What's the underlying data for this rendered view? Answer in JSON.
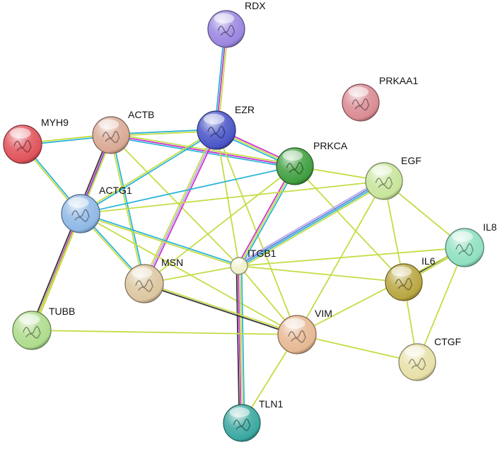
{
  "nodes": [
    {
      "id": "RDX",
      "label": "RDX",
      "color": "#9a86e0"
    },
    {
      "id": "PRKAA1",
      "label": "PRKAA1",
      "color": "#d98b92"
    },
    {
      "id": "MYH9",
      "label": "MYH9",
      "color": "#e0525a"
    },
    {
      "id": "ACTB",
      "label": "ACTB",
      "color": "#d9a995"
    },
    {
      "id": "EZR",
      "label": "EZR",
      "color": "#4a56c8"
    },
    {
      "id": "PRKCA",
      "label": "PRKCA",
      "color": "#3f9e3f"
    },
    {
      "id": "EGF",
      "label": "EGF",
      "color": "#c7e59a"
    },
    {
      "id": "ACTG1",
      "label": "ACTG1",
      "color": "#8fb8e6"
    },
    {
      "id": "IL8",
      "label": "IL8",
      "color": "#8fe0c0"
    },
    {
      "id": "ITGB1",
      "label": "ITGB1",
      "color": "#eef1c8"
    },
    {
      "id": "MSN",
      "label": "MSN",
      "color": "#dcc6a0"
    },
    {
      "id": "IL6",
      "label": "IL6",
      "color": "#b8a640"
    },
    {
      "id": "TUBB",
      "label": "TUBB",
      "color": "#aedc8c"
    },
    {
      "id": "VIM",
      "label": "VIM",
      "color": "#e6b893"
    },
    {
      "id": "CTGF",
      "label": "CTGF",
      "color": "#e8e0a8"
    },
    {
      "id": "TLN1",
      "label": "TLN1",
      "color": "#3aa8a0"
    }
  ],
  "evidence_colors": {
    "cyan": "#2bb5d6",
    "magenta": "#cc33cc",
    "yellow": "#c5dc45",
    "black": "#333333",
    "blue": "#5b7fd9",
    "lavender": "#b8a8e8"
  },
  "edges": [
    {
      "from": "RDX",
      "to": "EZR",
      "types": [
        "yellow",
        "magenta",
        "cyan"
      ]
    },
    {
      "from": "MYH9",
      "to": "ACTB",
      "types": [
        "yellow",
        "cyan"
      ]
    },
    {
      "from": "MYH9",
      "to": "ACTG1",
      "types": [
        "cyan",
        "yellow"
      ]
    },
    {
      "from": "ACTB",
      "to": "EZR",
      "types": [
        "cyan",
        "yellow"
      ]
    },
    {
      "from": "ACTB",
      "to": "PRKCA",
      "types": [
        "yellow",
        "magenta",
        "cyan"
      ]
    },
    {
      "from": "ACTB",
      "to": "ACTG1",
      "types": [
        "cyan"
      ]
    },
    {
      "from": "ACTB",
      "to": "TUBB",
      "types": [
        "yellow",
        "magenta",
        "black"
      ]
    },
    {
      "from": "ACTB",
      "to": "MSN",
      "types": [
        "cyan",
        "yellow"
      ]
    },
    {
      "from": "ACTB",
      "to": "ITGB1",
      "types": [
        "yellow"
      ]
    },
    {
      "from": "EZR",
      "to": "ACTG1",
      "types": [
        "cyan",
        "yellow"
      ]
    },
    {
      "from": "EZR",
      "to": "PRKCA",
      "types": [
        "magenta",
        "yellow",
        "cyan"
      ]
    },
    {
      "from": "EZR",
      "to": "MSN",
      "types": [
        "magenta",
        "lavender",
        "yellow"
      ]
    },
    {
      "from": "EZR",
      "to": "ITGB1",
      "types": [
        "yellow"
      ]
    },
    {
      "from": "EZR",
      "to": "VIM",
      "types": [
        "yellow"
      ]
    },
    {
      "from": "PRKCA",
      "to": "EGF",
      "types": [
        "yellow"
      ]
    },
    {
      "from": "PRKCA",
      "to": "ITGB1",
      "types": [
        "cyan",
        "yellow",
        "magenta"
      ]
    },
    {
      "from": "PRKCA",
      "to": "IL6",
      "types": [
        "yellow"
      ]
    },
    {
      "from": "PRKCA",
      "to": "ACTG1",
      "types": [
        "cyan"
      ]
    },
    {
      "from": "PRKCA",
      "to": "MSN",
      "types": [
        "yellow"
      ]
    },
    {
      "from": "ACTG1",
      "to": "EGF",
      "types": [
        "yellow"
      ]
    },
    {
      "from": "ACTG1",
      "to": "MSN",
      "types": [
        "cyan",
        "yellow"
      ]
    },
    {
      "from": "ACTG1",
      "to": "ITGB1",
      "types": [
        "cyan",
        "yellow"
      ]
    },
    {
      "from": "ACTG1",
      "to": "TUBB",
      "types": [
        "yellow"
      ]
    },
    {
      "from": "ACTG1",
      "to": "VIM",
      "types": [
        "yellow"
      ]
    },
    {
      "from": "EGF",
      "to": "ITGB1",
      "types": [
        "yellow",
        "cyan",
        "blue",
        "lavender"
      ]
    },
    {
      "from": "EGF",
      "to": "IL8",
      "types": [
        "yellow"
      ]
    },
    {
      "from": "EGF",
      "to": "IL6",
      "types": [
        "yellow"
      ]
    },
    {
      "from": "EGF",
      "to": "VIM",
      "types": [
        "yellow"
      ]
    },
    {
      "from": "IL8",
      "to": "ITGB1",
      "types": [
        "yellow"
      ]
    },
    {
      "from": "IL8",
      "to": "IL6",
      "types": [
        "yellow",
        "black"
      ]
    },
    {
      "from": "IL8",
      "to": "CTGF",
      "types": [
        "yellow"
      ]
    },
    {
      "from": "IL8",
      "to": "VIM",
      "types": [
        "yellow"
      ]
    },
    {
      "from": "ITGB1",
      "to": "MSN",
      "types": [
        "yellow"
      ]
    },
    {
      "from": "ITGB1",
      "to": "IL6",
      "types": [
        "yellow"
      ]
    },
    {
      "from": "ITGB1",
      "to": "TLN1",
      "types": [
        "cyan",
        "yellow",
        "magenta",
        "black"
      ]
    },
    {
      "from": "ITGB1",
      "to": "VIM",
      "types": [
        "yellow"
      ]
    },
    {
      "from": "MSN",
      "to": "VIM",
      "types": [
        "yellow",
        "black"
      ]
    },
    {
      "from": "IL6",
      "to": "CTGF",
      "types": [
        "yellow"
      ]
    },
    {
      "from": "TUBB",
      "to": "VIM",
      "types": [
        "yellow"
      ]
    },
    {
      "from": "VIM",
      "to": "TLN1",
      "types": [
        "yellow"
      ]
    },
    {
      "from": "VIM",
      "to": "CTGF",
      "types": [
        "yellow"
      ]
    }
  ]
}
